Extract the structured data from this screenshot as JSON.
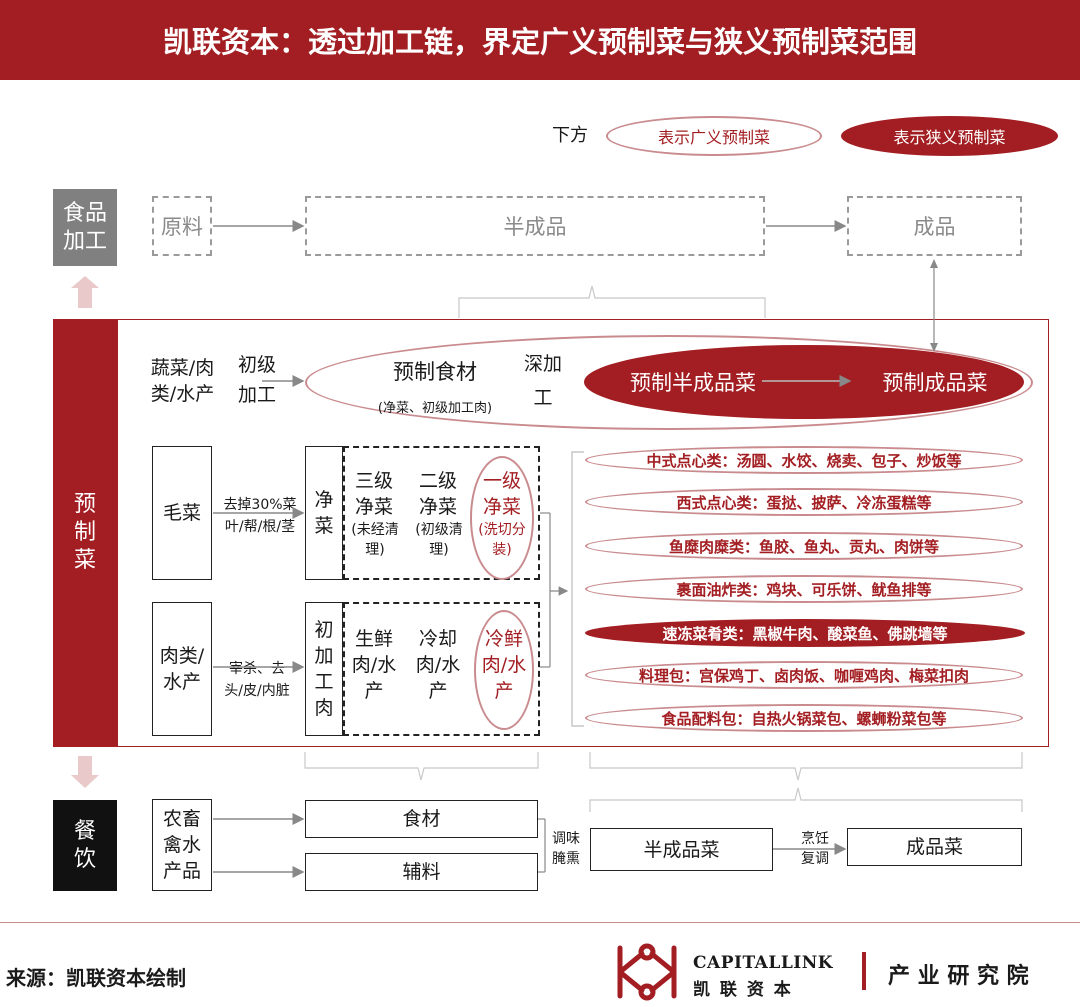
{
  "header": {
    "title": "凯联资本：透过加工链，界定广义预制菜与狭义预制菜范围"
  },
  "legend": {
    "prefix": "下方",
    "broad": "表示广义预制菜",
    "narrow": "表示狭义预制菜"
  },
  "side_labels": {
    "food_processing": "食品加工",
    "prepared": "预制菜",
    "catering": "餐饮"
  },
  "food_processing": {
    "raw": "原料",
    "semi": "半成品",
    "finished": "成品"
  },
  "prepared_top": {
    "source": "蔬菜/肉类/水产",
    "step1": "初级加工",
    "ingredient": "预制食材",
    "ingredient_note": "(净菜、初级加工肉)",
    "step2": "深加工",
    "semi": "预制半成品菜",
    "finished": "预制成品菜"
  },
  "veg_row": {
    "source": "毛菜",
    "step": "去掉30%菜叶/帮/根/茎",
    "clean": "净菜",
    "grade3": "三级净菜",
    "grade3_note": "(未经清理)",
    "grade2": "二级净菜",
    "grade2_note": "(初级清理)",
    "grade1": "一级净菜",
    "grade1_note": "(洗切分装)"
  },
  "meat_row": {
    "source": "肉类/水产",
    "step": "宰杀、去头/皮/内脏",
    "processed": "初加工肉",
    "fresh": "生鲜肉/水产",
    "chilled": "冷却肉/水产",
    "cold_fresh": "冷鲜肉/水产"
  },
  "categories": [
    {
      "name": "中式点心类：",
      "items": "汤圆、水饺、烧卖、包子、炒饭等",
      "filled": false
    },
    {
      "name": "西式点心类：",
      "items": "蛋挞、披萨、冷冻蛋糕等",
      "filled": false
    },
    {
      "name": "鱼糜肉糜类：",
      "items": "鱼胶、鱼丸、贡丸、肉饼等",
      "filled": false
    },
    {
      "name": "裹面油炸类：",
      "items": "鸡块、可乐饼、鱿鱼排等",
      "filled": false
    },
    {
      "name": "速冻菜肴类：",
      "items": "黑椒牛肉、酸菜鱼、佛跳墙等",
      "filled": true
    },
    {
      "name": "料理包：",
      "items": "宫保鸡丁、卤肉饭、咖喱鸡肉、梅菜扣肉",
      "filled": false
    },
    {
      "name": "食品配料包：",
      "items": "自热火锅菜包、螺蛳粉菜包等",
      "filled": false
    }
  ],
  "catering": {
    "source": "农畜禽水产品",
    "ingredient": "食材",
    "auxiliary": "辅料",
    "season": "调味腌熏",
    "semi": "半成品菜",
    "cook": "烹饪复调",
    "finished": "成品菜"
  },
  "footer": {
    "source": "来源：凯联资本绘制",
    "brand_en": "CAPITALLINK",
    "brand_cn": "凯 联 资 本",
    "institute": "产 业 研 究 院"
  },
  "colors": {
    "brand_red": "#a31e22",
    "pale_pink": "#c98b8e",
    "grey": "#808080",
    "black": "#111111"
  }
}
